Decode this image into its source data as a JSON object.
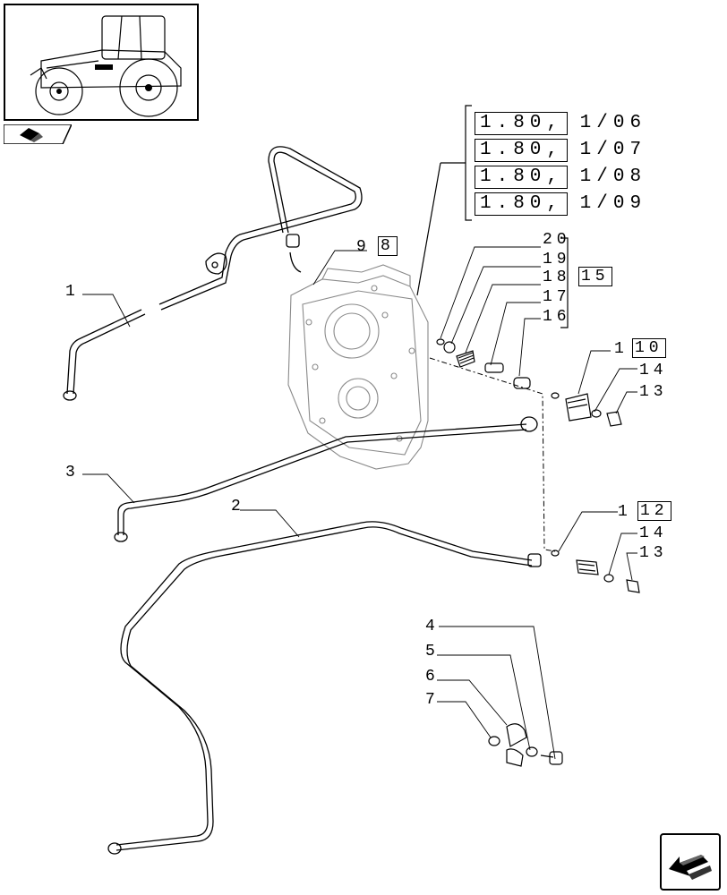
{
  "thumbnail": {
    "icon": "tractor-icon"
  },
  "thumbnail_tab": {
    "icon": "book-icon"
  },
  "references": [
    {
      "num": "1.80",
      "suffix": "1/06"
    },
    {
      "num": "1.80",
      "suffix": "1/07"
    },
    {
      "num": "1.80",
      "suffix": "1/08"
    },
    {
      "num": "1.80",
      "suffix": "1/09"
    }
  ],
  "callouts": {
    "c1": "1",
    "c2": "2",
    "c3": "3",
    "c4": "4",
    "c5": "5",
    "c6": "6",
    "c7": "7",
    "c9": "9",
    "c8": "8",
    "c20": "20",
    "c19": "19",
    "c18": "18",
    "c15": "15",
    "c17": "17",
    "c16": "16",
    "c11a": "1",
    "c10": "10",
    "c14a": "14",
    "c13a": "13",
    "c11b": "1",
    "c12": "12",
    "c14b": "14",
    "c13b": "13"
  },
  "nav": {
    "icon": "next-page-arrow-icon"
  },
  "colors": {
    "line": "#000000",
    "housing": "#8a8a8a"
  }
}
